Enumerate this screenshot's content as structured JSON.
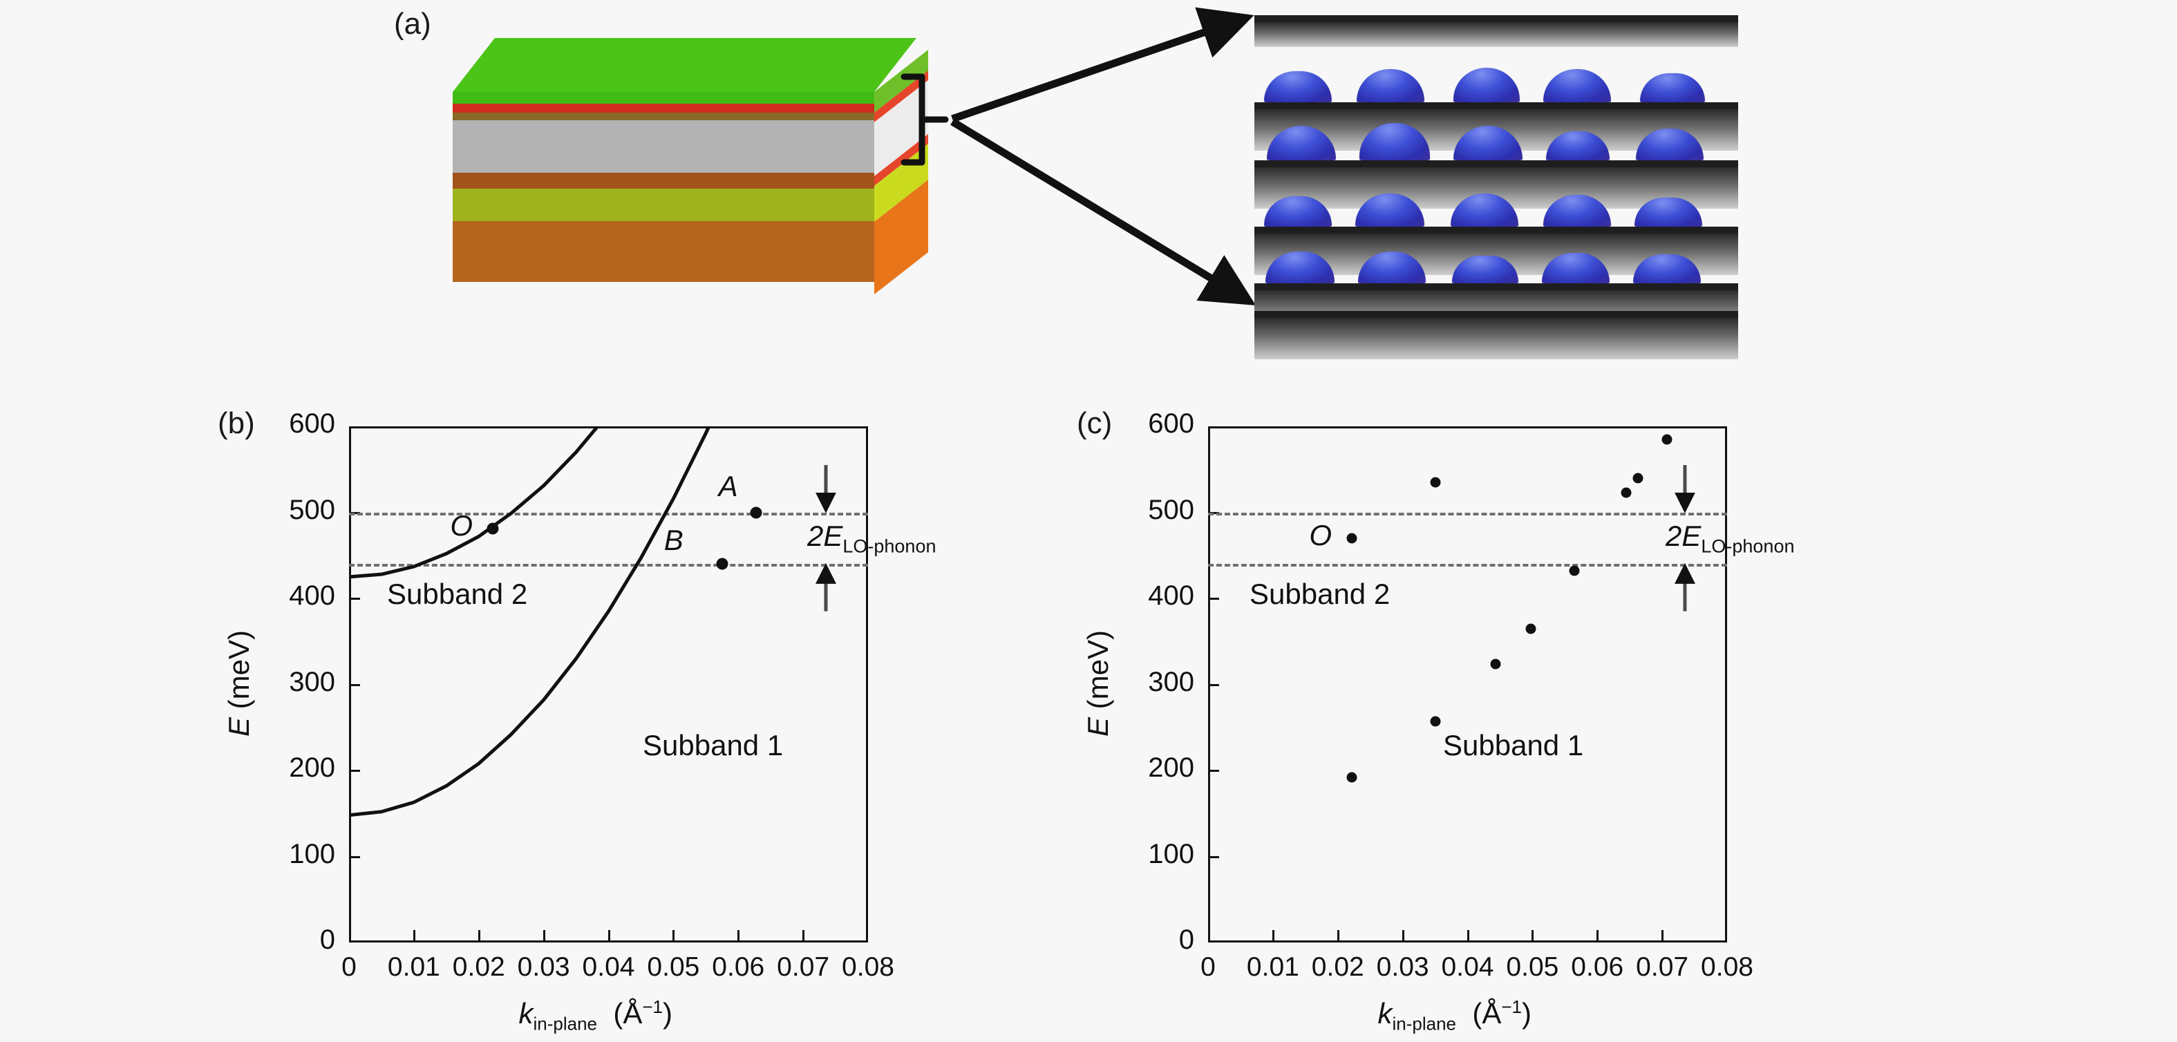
{
  "figure": {
    "panels": [
      {
        "id": "a",
        "label": "(a)"
      },
      {
        "id": "b",
        "label": "(b)"
      },
      {
        "id": "c",
        "label": "(c)"
      }
    ]
  },
  "panel_a": {
    "label": "(a)",
    "stack_layers": [
      {
        "name": "cap-green",
        "color": "#4cc417",
        "height": 16
      },
      {
        "name": "thin-red",
        "color": "#cc2b1d",
        "height": 12
      },
      {
        "name": "thin-brown",
        "color": "#8a6a2a",
        "height": 10
      },
      {
        "name": "active-gray",
        "color": "#b3b3b3",
        "height": 76
      },
      {
        "name": "barrier-brown",
        "color": "#a2521b",
        "height": 22
      },
      {
        "name": "olive",
        "color": "#9eb31c",
        "height": 46
      },
      {
        "name": "substrate",
        "color": "#b5651d",
        "height": 88
      }
    ],
    "stack_side_layers": [
      {
        "name": "side-green",
        "color": "#6fbf2a"
      },
      {
        "name": "side-red",
        "color": "#e5452b"
      },
      {
        "name": "side-white",
        "color": "#ececec"
      },
      {
        "name": "side-red2",
        "color": "#e5452b"
      },
      {
        "name": "side-yellow",
        "color": "#cadb1f"
      },
      {
        "name": "side-orange",
        "color": "#e8751a"
      }
    ],
    "inset": {
      "name": "quantum-dot-superlattice",
      "dot_rows": 4,
      "dots_per_row": 5,
      "dot_color": "#3d4fd6",
      "layer_color": "#1e1e1e"
    }
  },
  "panel_b": {
    "label": "(b)",
    "annotations": {
      "subband1": "Subband 1",
      "subband2": "Subband 2",
      "point_O": "O",
      "point_A": "A",
      "point_B": "B",
      "lo_phonon_main": "2E",
      "lo_phonon_sub": "LO-phonon"
    }
  },
  "panel_c": {
    "label": "(c)",
    "annotations": {
      "subband1": "Subband 1",
      "subband2": "Subband 2",
      "point_O": "O",
      "lo_phonon_main": "2E",
      "lo_phonon_sub": "LO-phonon"
    }
  },
  "chart_data": [
    {
      "id": "panel-b",
      "type": "line",
      "title": "",
      "xlabel": "k_in-plane (Å⁻¹)",
      "ylabel": "E (meV)",
      "xlim": [
        0,
        0.08
      ],
      "ylim": [
        0,
        600
      ],
      "xticks": [
        0,
        0.01,
        0.02,
        0.03,
        0.04,
        0.05,
        0.06,
        0.07,
        0.08
      ],
      "xticklabels": [
        "0",
        "0.01",
        "0.02",
        "0.03",
        "0.04",
        "0.05",
        "0.06",
        "0.07",
        "0.08"
      ],
      "yticks": [
        0,
        100,
        200,
        300,
        400,
        500,
        600
      ],
      "yticklabels": [
        "0",
        "100",
        "200",
        "300",
        "400",
        "500",
        "600"
      ],
      "grid": false,
      "legend": "none",
      "hlines": [
        {
          "y": 500,
          "style": "dashed",
          "color": "#6f6f6f",
          "label": "2E_LO-phonon upper"
        },
        {
          "y": 440,
          "style": "dashed",
          "color": "#6f6f6f",
          "label": "2E_LO-phonon lower"
        }
      ],
      "series": [
        {
          "name": "Subband 2",
          "x": [
            0,
            0.005,
            0.01,
            0.015,
            0.02,
            0.025,
            0.03,
            0.035,
            0.04
          ],
          "y": [
            425,
            428,
            437,
            452,
            472,
            499,
            531,
            570,
            615
          ]
        },
        {
          "name": "Subband 1",
          "x": [
            0,
            0.005,
            0.01,
            0.015,
            0.02,
            0.025,
            0.03,
            0.035,
            0.04,
            0.045,
            0.05,
            0.055,
            0.06,
            0.065,
            0.07
          ],
          "y": [
            148,
            152,
            163,
            182,
            208,
            242,
            282,
            330,
            385,
            447,
            516,
            592,
            674,
            764,
            860
          ]
        }
      ],
      "annotated_points": [
        {
          "label": "O",
          "x": 0.0222,
          "y": 481
        },
        {
          "label": "A",
          "x": 0.0627,
          "y": 500
        },
        {
          "label": "B",
          "x": 0.0575,
          "y": 440
        }
      ],
      "arrows": [
        {
          "name": "arrow-down",
          "x": 0.0735,
          "y_from": 555,
          "y_to": 503,
          "direction": "down"
        },
        {
          "name": "arrow-up",
          "x": 0.0735,
          "y_from": 385,
          "y_to": 437,
          "direction": "up"
        }
      ]
    },
    {
      "id": "panel-c",
      "type": "scatter",
      "title": "",
      "xlabel": "k_in-plane (Å⁻¹)",
      "ylabel": "E (meV)",
      "xlim": [
        0,
        0.08
      ],
      "ylim": [
        0,
        600
      ],
      "xticks": [
        0,
        0.01,
        0.02,
        0.03,
        0.04,
        0.05,
        0.06,
        0.07,
        0.08
      ],
      "xticklabels": [
        "0",
        "0.01",
        "0.02",
        "0.03",
        "0.04",
        "0.05",
        "0.06",
        "0.07",
        "0.08"
      ],
      "yticks": [
        0,
        100,
        200,
        300,
        400,
        500,
        600
      ],
      "yticklabels": [
        "0",
        "100",
        "200",
        "300",
        "400",
        "500",
        "600"
      ],
      "grid": false,
      "legend": "none",
      "hlines": [
        {
          "y": 500,
          "style": "dashed",
          "color": "#6f6f6f",
          "label": "2E_LO-phonon upper"
        },
        {
          "y": 440,
          "style": "dashed",
          "color": "#6f6f6f",
          "label": "2E_LO-phonon lower"
        }
      ],
      "points": [
        {
          "x": 0.0222,
          "y": 192
        },
        {
          "x": 0.0222,
          "y": 470
        },
        {
          "x": 0.035,
          "y": 257
        },
        {
          "x": 0.035,
          "y": 535
        },
        {
          "x": 0.0443,
          "y": 324
        },
        {
          "x": 0.0497,
          "y": 365
        },
        {
          "x": 0.0565,
          "y": 432
        },
        {
          "x": 0.0645,
          "y": 523
        },
        {
          "x": 0.0663,
          "y": 540
        },
        {
          "x": 0.0707,
          "y": 585
        }
      ],
      "annotated_points": [
        {
          "label": "O",
          "x": 0.0222,
          "y": 470
        }
      ],
      "arrows": [
        {
          "name": "arrow-down",
          "x": 0.0735,
          "y_from": 555,
          "y_to": 503,
          "direction": "down"
        },
        {
          "name": "arrow-up",
          "x": 0.0735,
          "y_from": 385,
          "y_to": 437,
          "direction": "up"
        }
      ]
    }
  ]
}
